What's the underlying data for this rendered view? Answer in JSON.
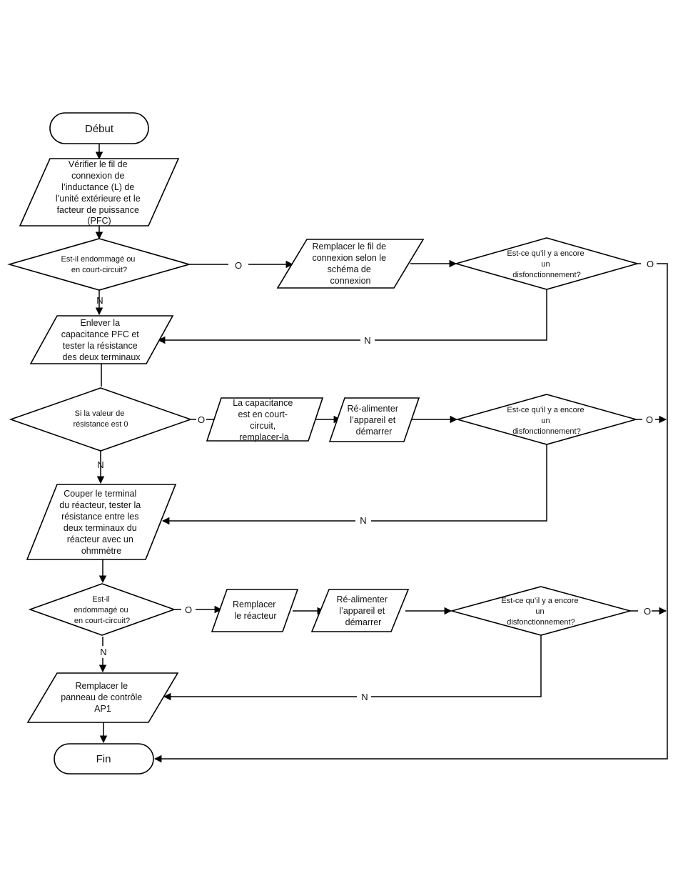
{
  "flowchart": {
    "start": "Début",
    "end": "Fin",
    "step_check_wire": [
      "Vérifier le fil de",
      "connexion de",
      "l’inductance (L) de",
      "l’unité extérieure et le",
      "facteur de puissance",
      "(PFC)"
    ],
    "dec_damaged_1": [
      "Est-il endommagé ou",
      "en court-circuit?"
    ],
    "step_replace_wire": [
      "Remplacer le fil de",
      "connexion selon le",
      "schéma de",
      "connexion"
    ],
    "dec_still_fault_1": [
      "Est-ce qu’il y a encore",
      "un",
      "disfonctionnement?"
    ],
    "step_remove_capacitance": [
      "Enlever la",
      "capacitance PFC et",
      "tester la résistance",
      "des deux terminaux"
    ],
    "dec_resistance_zero": [
      "Si la valeur de",
      "résistance est 0"
    ],
    "step_capacitance_short": [
      "La capacitance",
      "est en court-",
      "circuit,",
      "remplacer-la"
    ],
    "step_repower_1": [
      "Ré-alimenter",
      "l’appareil et",
      "démarrer"
    ],
    "dec_still_fault_2": [
      "Est-ce qu’il y a encore",
      "un",
      "disfonctionnement?"
    ],
    "step_cut_terminal": [
      "Couper le terminal",
      "du réacteur, tester la",
      "résistance entre les",
      "deux terminaux du",
      "réacteur avec un",
      "ohmmètre"
    ],
    "dec_damaged_2": [
      "Est-il",
      "endommagé ou",
      "en court-circuit?"
    ],
    "step_replace_reactor": [
      "Remplacer",
      "le réacteur"
    ],
    "step_repower_2": [
      "Ré-alimenter",
      "l’appareil et",
      "démarrer"
    ],
    "dec_still_fault_3": [
      "Est-ce qu’il y a encore",
      "un",
      "disfonctionnement?"
    ],
    "step_replace_board": [
      "Remplacer le",
      "panneau de contrôle",
      "AP1"
    ],
    "yes_label": "O",
    "no_label": "N"
  }
}
